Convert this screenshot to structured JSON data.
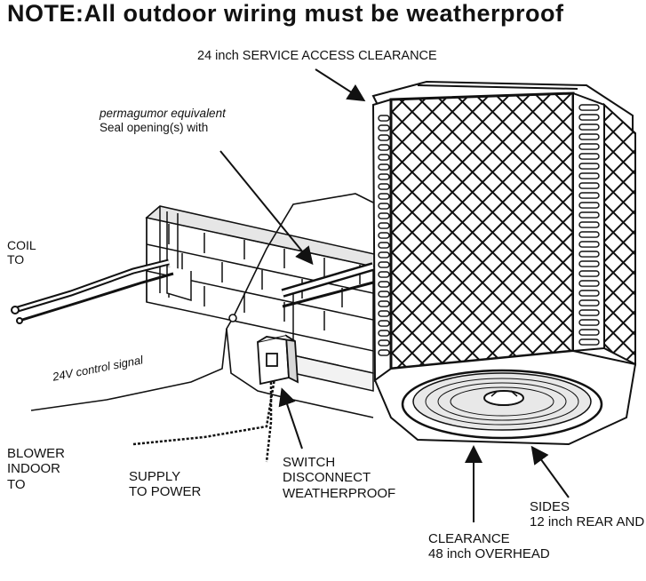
{
  "title": "NOTE:All outdoor wiring must be weatherproof",
  "labels": {
    "service_access": "24 inch SERVICE ACCESS CLEARANCE",
    "seal_line1": "Seal opening(s) with",
    "seal_line2": "permagumor equivalent",
    "coil_line1": "TO",
    "coil_line2": "COIL",
    "control_signal": "24V control signal",
    "blower_line1": "TO",
    "blower_line2": "INDOOR",
    "blower_line3": "BLOWER",
    "power_line1": "TO POWER",
    "power_line2": "SUPPLY",
    "switch_line1": "WEATHERPROOF",
    "switch_line2": "DISCONNECT",
    "switch_line3": "SWITCH",
    "overhead_line1": "48 inch OVERHEAD",
    "overhead_line2": "CLEARANCE",
    "rear_line1": "12 inch REAR AND",
    "rear_line2": "SIDES"
  },
  "colors": {
    "ink": "#111111",
    "paper": "#ffffff",
    "shade": "#d8d8d8"
  }
}
